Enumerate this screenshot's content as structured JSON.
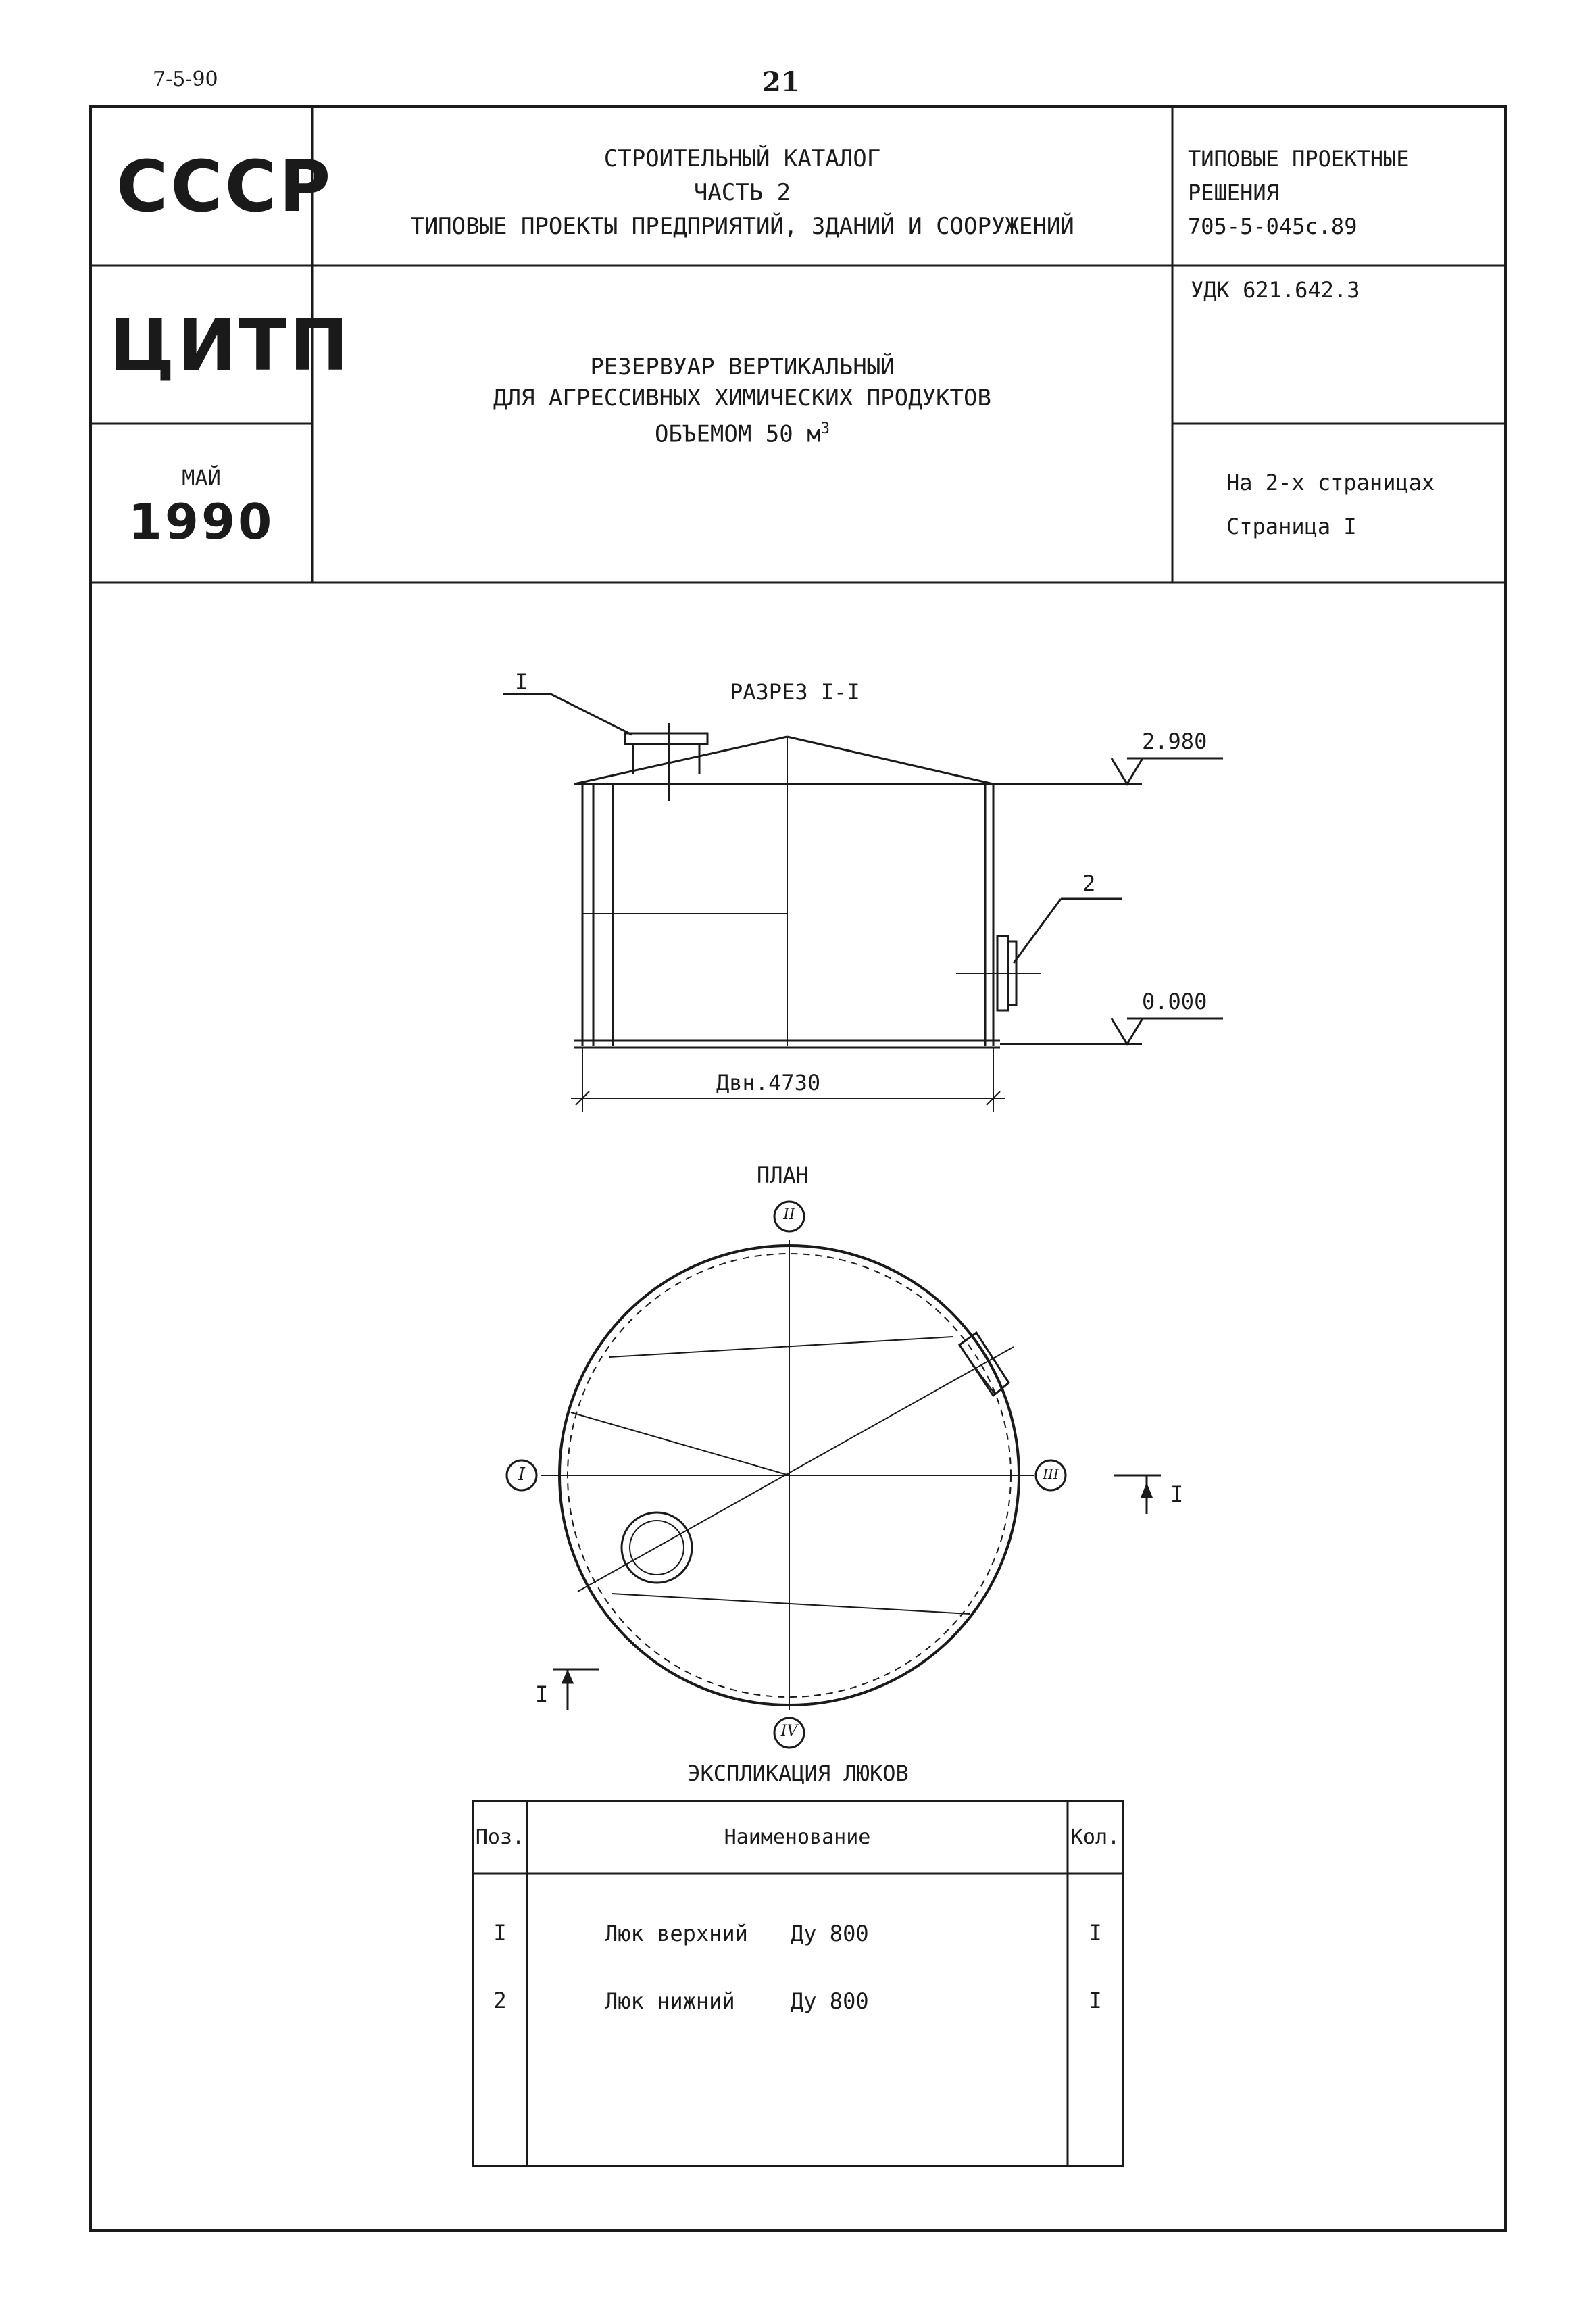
{
  "page": {
    "code": "7-5-90",
    "number": "21"
  },
  "header": {
    "org1": "СССР",
    "org2": "ЦИТП",
    "month": "МАЙ",
    "year": "1990",
    "catalog_lines": [
      "СТРОИТЕЛЬНЫЙ КАТАЛОГ",
      "ЧАСТЬ 2",
      "ТИПОВЫЕ ПРОЕКТЫ ПРЕДПРИЯТИЙ, ЗДАНИЙ И СООРУЖЕНИЙ"
    ],
    "right_top_lines": [
      "ТИПОВЫЕ ПРОЕКТНЫЕ",
      "РЕШЕНИЯ",
      "705-5-045с.89"
    ],
    "udk": "УДК 621.642.3",
    "title_lines": [
      "РЕЗЕРВУАР ВЕРТИКАЛЬНЫЙ",
      "ДЛЯ АГРЕССИВНЫХ ХИМИЧЕСКИХ ПРОДУКТОВ"
    ],
    "title_volume": "ОБЪЕМОМ 50 м",
    "title_volume_sup": "3",
    "pages_info": "На 2-х страницах",
    "page_info": "Страница I"
  },
  "section": {
    "title": "РАЗРЕЗ I-I",
    "callout_1": "I",
    "callout_2": "2",
    "level_top": "2.980",
    "level_bottom": "0.000",
    "diameter": "Двн.4730"
  },
  "plan": {
    "title": "ПЛАН",
    "axis_top": "II",
    "axis_left": "I",
    "axis_right": "III",
    "axis_bottom": "IV",
    "cut_right": "I",
    "cut_left": "I"
  },
  "explication": {
    "title": "ЭКСПЛИКАЦИЯ ЛЮКОВ",
    "columns": [
      "Поз.",
      "Наименование",
      "Кол."
    ],
    "rows": [
      {
        "pos": "I",
        "name": "Люк верхний",
        "du": "Ду 800",
        "qty": "I"
      },
      {
        "pos": "2",
        "name": "Люк нижний",
        "du": "Ду 800",
        "qty": "I"
      }
    ]
  }
}
